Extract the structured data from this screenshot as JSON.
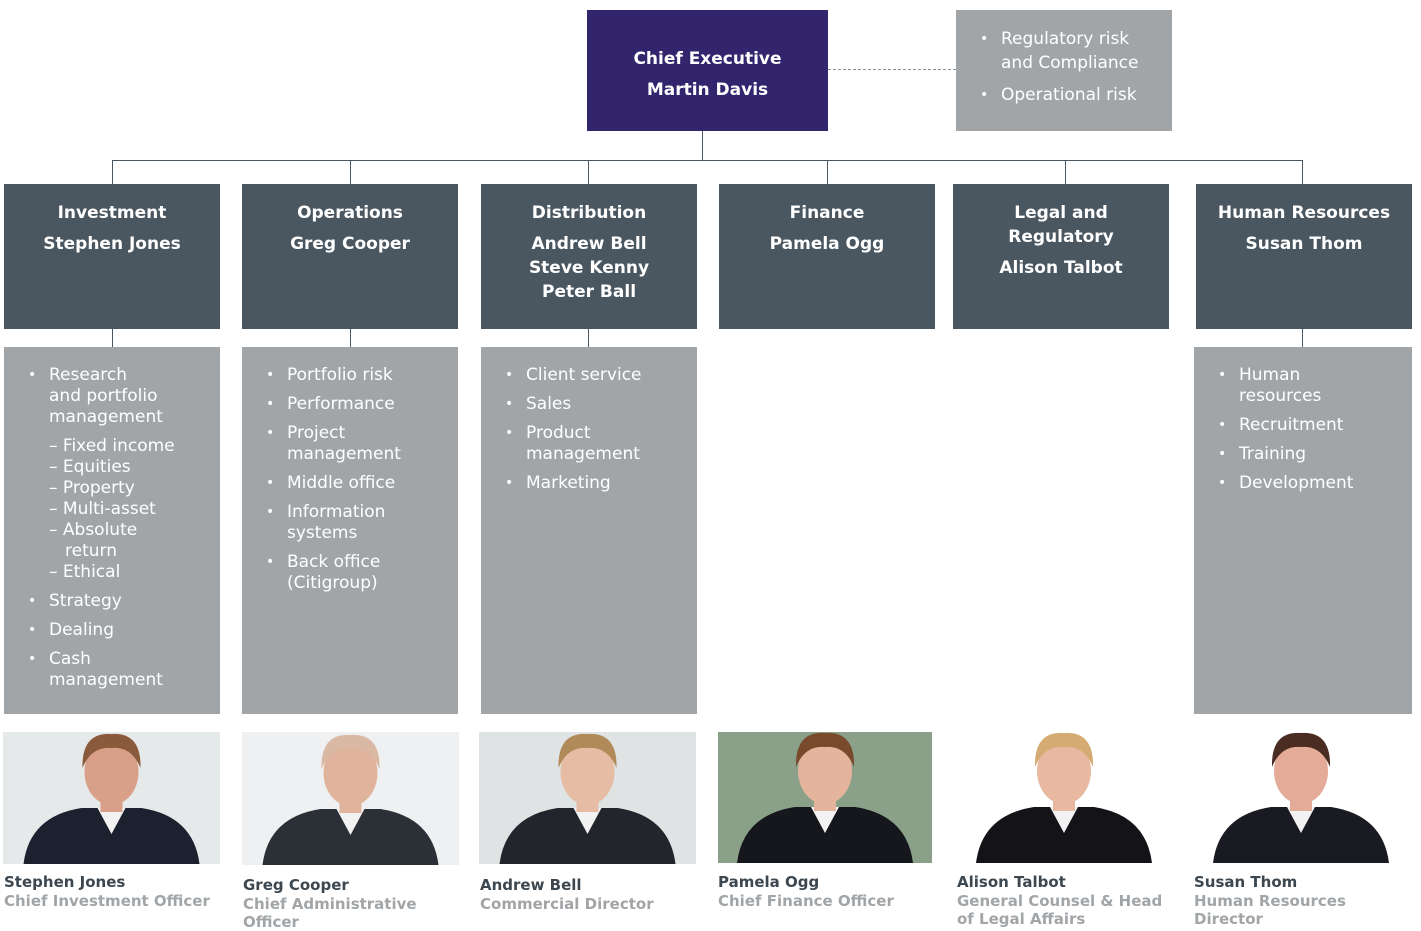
{
  "ceo": {
    "title": "Chief Executive",
    "name": "Martin Davis"
  },
  "risk_box": {
    "items": [
      {
        "line1": "Regulatory risk",
        "line2": "and Compliance"
      },
      {
        "line1": "Operational risk",
        "line2": ""
      }
    ]
  },
  "departments": [
    {
      "title": "Investment",
      "names": [
        "Stephen Jones"
      ]
    },
    {
      "title": "Operations",
      "names": [
        "Greg Cooper"
      ]
    },
    {
      "title": "Distribution",
      "names": [
        "Andrew Bell",
        "Steve Kenny",
        "Peter Ball"
      ]
    },
    {
      "title": "Finance",
      "names": [
        "Pamela Ogg"
      ]
    },
    {
      "title_lines": [
        "Legal and",
        "Regulatory"
      ],
      "names": [
        "Alison Talbot"
      ]
    },
    {
      "title": "Human Resources",
      "names": [
        "Susan Thom"
      ]
    }
  ],
  "responsibilities": {
    "investment": {
      "research": [
        "Research",
        "and portfolio",
        "management"
      ],
      "sub": [
        "– Fixed income",
        "– Equities",
        "– Property",
        "– Multi-asset",
        "– Absolute",
        "return",
        "– Ethical"
      ],
      "strategy": "Strategy",
      "dealing": "Dealing",
      "cash": [
        "Cash",
        "management"
      ]
    },
    "operations": [
      [
        "Portfolio risk"
      ],
      [
        "Performance"
      ],
      [
        "Project",
        "management"
      ],
      [
        "Middle office"
      ],
      [
        "Information",
        "systems"
      ],
      [
        "Back office",
        "(Citigroup)"
      ]
    ],
    "distribution": [
      [
        "Client service"
      ],
      [
        "Sales"
      ],
      [
        "Product",
        "management"
      ],
      [
        "Marketing"
      ]
    ],
    "hr": [
      [
        "Human",
        "resources"
      ],
      [
        "Recruitment"
      ],
      [
        "Training"
      ],
      [
        "Development"
      ]
    ]
  },
  "people": [
    {
      "name": "Stephen Jones",
      "title_lines": [
        "Chief Investment Officer"
      ],
      "bg": "#e6e9ea",
      "suit": "#1c2130",
      "skin": "#d8a088",
      "hair": "#8a5a3c"
    },
    {
      "name": "Greg Cooper",
      "title_lines": [
        "Chief Administrative Officer"
      ],
      "bg": "#eef0f1",
      "suit": "#2b2f36",
      "skin": "#e0b49c",
      "hair": "#d9b8a4"
    },
    {
      "name": "Andrew Bell",
      "title_lines": [
        "Commercial Director"
      ],
      "bg": "#dfe3e4",
      "suit": "#22252c",
      "skin": "#e6bca4",
      "hair": "#b08a58"
    },
    {
      "name": "Pamela Ogg",
      "title_lines": [
        "Chief Finance Officer"
      ],
      "bg": "#8aa088",
      "suit": "#15171c",
      "skin": "#e4b49c",
      "hair": "#7a4a2c"
    },
    {
      "name": "Alison Talbot",
      "title_lines": [
        "General Counsel & Head",
        "of Legal Affairs"
      ],
      "bg": "#ffffff",
      "suit": "#141418",
      "skin": "#e8b8a0",
      "hair": "#d4ab72"
    },
    {
      "name": "Susan Thom",
      "title_lines": [
        "Human Resources Director"
      ],
      "bg": "#ffffff",
      "suit": "#1a1b22",
      "skin": "#e4ac98",
      "hair": "#4a2c22"
    }
  ]
}
